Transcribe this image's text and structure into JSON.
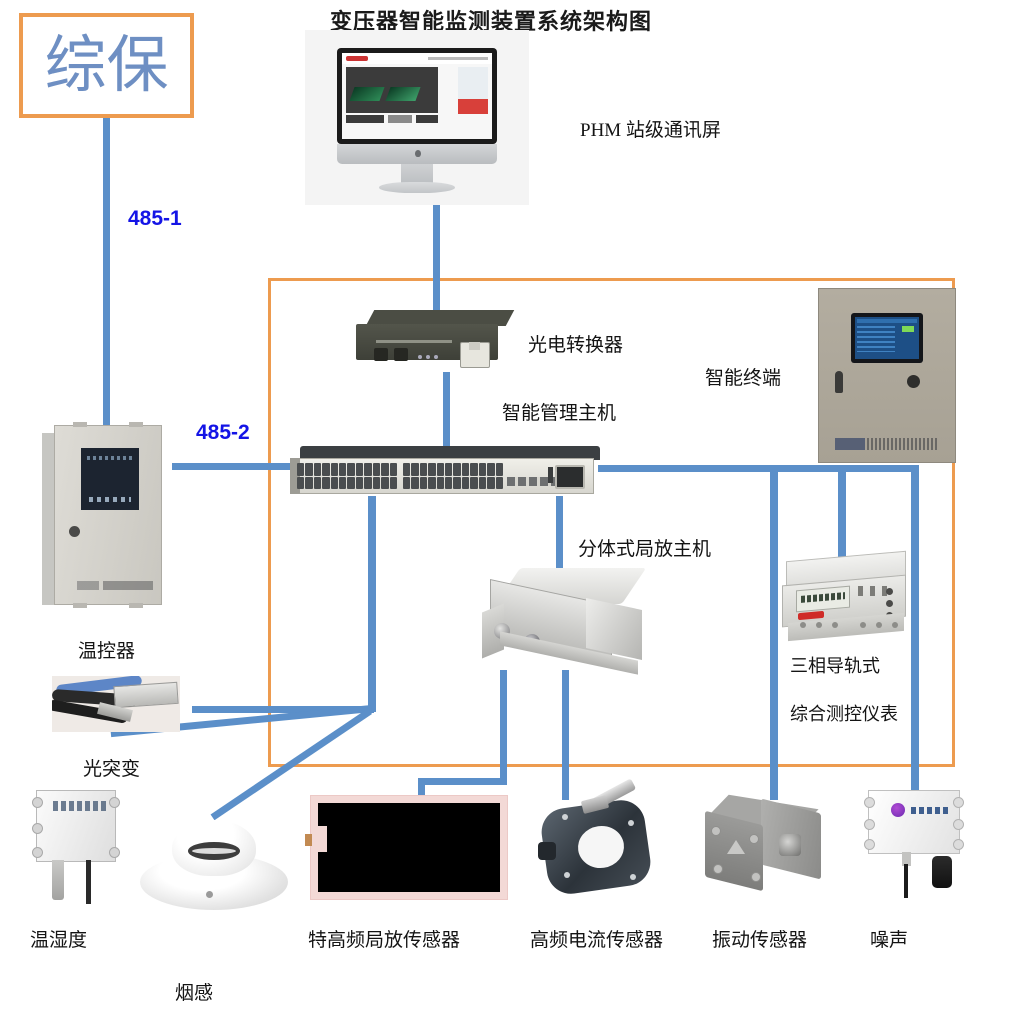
{
  "diagram": {
    "title": "变压器智能监测装置系统架构图",
    "zone_box_color": "#ED9B4F",
    "link_color": "#5B8FC9",
    "bus_label_color": "#1414E6"
  },
  "cards": {
    "protection": {
      "label": "综保"
    }
  },
  "bus_labels": [
    {
      "id": "485-1",
      "text": "485-1"
    },
    {
      "id": "485-2",
      "text": "485-2"
    }
  ],
  "devices": [
    {
      "id": "phm-screen",
      "label": "PHM 站级通讯屏"
    },
    {
      "id": "media-converter",
      "label": "光电转换器"
    },
    {
      "id": "management-host",
      "label": "智能管理主机"
    },
    {
      "id": "smart-terminal",
      "label": "智能终端"
    },
    {
      "id": "pd-host",
      "label": "分体式局放主机"
    },
    {
      "id": "temp-controller",
      "label": "温控器"
    },
    {
      "id": "optical-mutation",
      "label": "光突变"
    },
    {
      "id": "temp-humidity",
      "label": "温湿度"
    },
    {
      "id": "smoke-detector",
      "label": "烟感"
    },
    {
      "id": "uhf-pd-sensor",
      "label": "特高频局放传感器"
    },
    {
      "id": "hf-current-sensor",
      "label": "高频电流传感器"
    },
    {
      "id": "vibration-sensor",
      "label": "振动传感器"
    },
    {
      "id": "noise-sensor",
      "label": "噪声"
    },
    {
      "id": "three-phase-meter",
      "label_line1": "三相导轨式",
      "label_line2": "综合测控仪表"
    }
  ]
}
